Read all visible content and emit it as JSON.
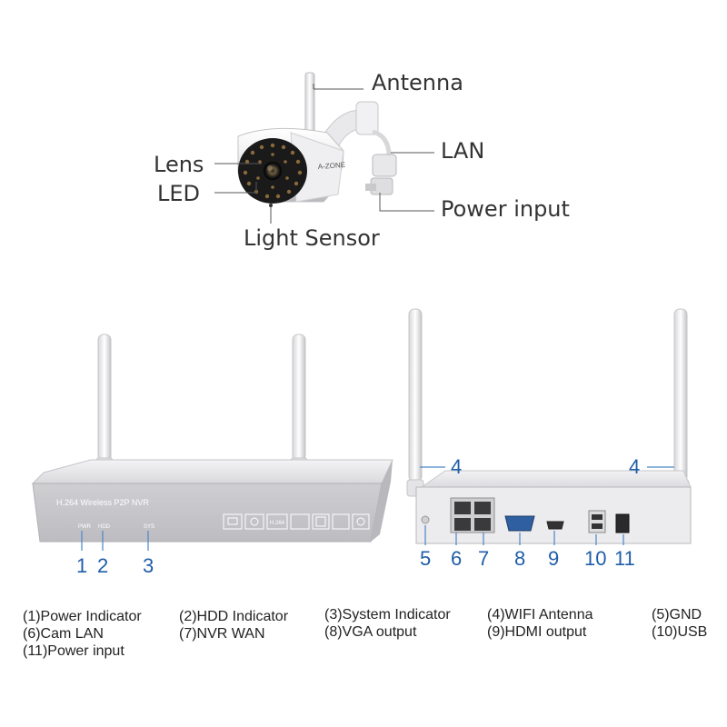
{
  "camera_callouts": {
    "antenna": "Antenna",
    "lan": "LAN",
    "lens": "Lens",
    "led": "LED",
    "power_input": "Power input",
    "light_sensor": "Light Sensor"
  },
  "camera_brand": "A-ZONE",
  "nvr_front": {
    "model": "H.264 Wireless P2P NVR",
    "pwr": "PWR",
    "hdd": "HDD",
    "sys": "SYS",
    "codec_badge": "H.264",
    "numbers": [
      "1",
      "2",
      "3"
    ]
  },
  "nvr_back": {
    "numbers": [
      "4",
      "4",
      "5",
      "6",
      "7",
      "8",
      "9",
      "10",
      "11"
    ]
  },
  "legend": {
    "col1": [
      "(1)Power Indicator",
      "(6)Cam LAN",
      "(11)Power input"
    ],
    "col2": [
      "(2)HDD Indicator",
      "(7)NVR WAN"
    ],
    "col3": [
      "(3)System Indicator",
      "(8)VGA output"
    ],
    "col4": [
      "(4)WIFI Antenna",
      "(9)HDMI output"
    ],
    "col5": [
      "(5)GND",
      "(10)USB"
    ]
  },
  "colors": {
    "callout_number": "#1f5ea8",
    "callout_line": "#4a86c8",
    "nvr_body": "#c9c9cc"
  }
}
